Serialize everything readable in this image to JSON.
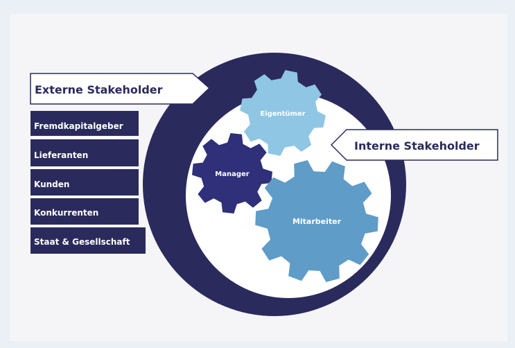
{
  "external": {
    "title": "Externe Stakeholder",
    "items": [
      "Fremdkapitalgeber",
      "Lieferanten",
      "Kunden",
      "Konkurrenten",
      "Staat & Gesellschaft"
    ]
  },
  "internal": {
    "title": "Interne Stakeholder"
  },
  "gears": {
    "owner": "Eigentümer",
    "manager": "Manager",
    "employees": "Mitarbeiter"
  },
  "colors": {
    "navy": "#2b2a5c",
    "gear_owner": "#8fc6e4",
    "gear_manager": "#2f3079",
    "gear_employees": "#5f9cc8",
    "background": "#eaf0f6"
  }
}
